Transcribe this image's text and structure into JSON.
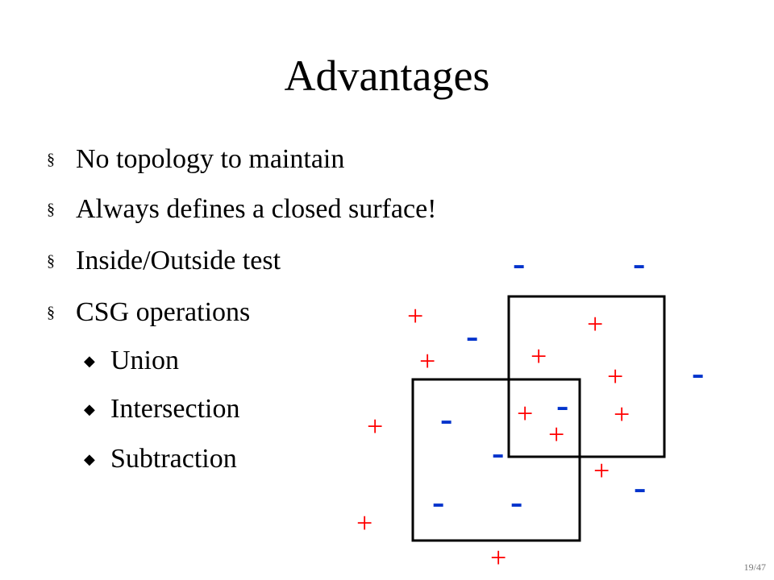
{
  "slide": {
    "title": "Advantages",
    "bullets": [
      {
        "text": "No topology to maintain",
        "level": 1
      },
      {
        "text": "Always defines a closed surface!",
        "level": 1
      },
      {
        "text": "Inside/Outside test",
        "level": 1
      },
      {
        "text": "CSG operations",
        "level": 1
      },
      {
        "text": "Union",
        "level": 2
      },
      {
        "text": "Intersection",
        "level": 2
      },
      {
        "text": "Subtraction",
        "level": 2
      }
    ],
    "bullet_markers": {
      "level1": "§",
      "level2": "◆"
    },
    "page_number": "19/47"
  },
  "diagram": {
    "plus_symbol": "+",
    "minus_symbol": "-",
    "plus_color": "#ff0000",
    "minus_color": "#0033cc"
  }
}
